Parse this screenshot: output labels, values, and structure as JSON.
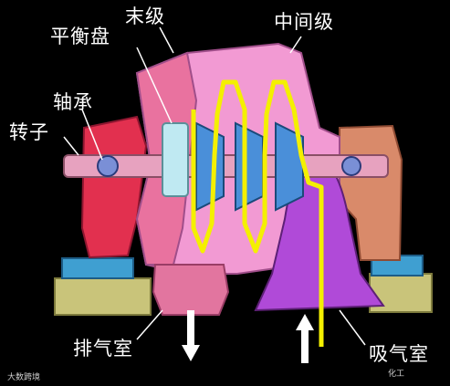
{
  "labels": {
    "balance_disc": "平衡盘",
    "last_stage": "末级",
    "intermediate_stage": "中间级",
    "bearing": "轴承",
    "rotor": "转子",
    "exhaust_chamber": "排气室",
    "intake_chamber": "吸气室"
  },
  "watermarks": {
    "bottom_left": "大数跨境",
    "bottom_right": "化工"
  },
  "colors": {
    "background": "#000000",
    "casing_pink": "#f29ad3",
    "casing_red": "#e2304f",
    "intake_purple": "#b04ad8",
    "shaft": "#e7a2bf",
    "impeller_blue": "#4a8fd9",
    "flow_path_yellow": "#f4f000",
    "base_khaki": "#c9c47a",
    "arrow": "#ffffff"
  }
}
